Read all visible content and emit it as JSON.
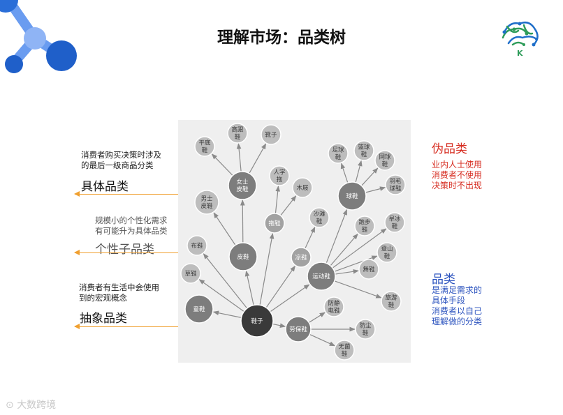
{
  "title": "理解市场：品类树",
  "annotations": {
    "specific": {
      "note": [
        "消费者购买决策时涉及",
        "的最后一级商品分类"
      ],
      "label": "具体品类"
    },
    "personal": {
      "note": [
        "规模小的个性化需求",
        "有可能升为具体品类"
      ],
      "label": "个性子品类"
    },
    "abstract": {
      "note": [
        "消费者有生活中会使用",
        "到的宏观概念"
      ],
      "label": "抽象品类"
    }
  },
  "pseudo": {
    "title": "伪品类",
    "lines": [
      "业内人士使用",
      "消费者不使用",
      "决策时不出现"
    ]
  },
  "category": {
    "title": "品类",
    "lines": [
      "是满足需求的",
      "具体手段",
      "消费者以自己",
      "理解做的分类"
    ]
  },
  "watermark": "大数跨境",
  "tree": {
    "nodes": [
      {
        "id": "xiezi",
        "label": [
          "鞋子"
        ],
        "tone": "black"
      },
      {
        "id": "pixie",
        "label": [
          "皮鞋"
        ],
        "tone": "dark"
      },
      {
        "id": "tuoxie",
        "label": [
          "拖鞋"
        ],
        "tone": "mid"
      },
      {
        "id": "liangxie",
        "label": [
          "凉鞋"
        ],
        "tone": "mid"
      },
      {
        "id": "yundongxie",
        "label": [
          "运动鞋"
        ],
        "tone": "dark"
      },
      {
        "id": "laobaoxie",
        "label": [
          "劳保鞋"
        ],
        "tone": "dark"
      },
      {
        "id": "tongxie",
        "label": [
          "童鞋"
        ],
        "tone": "dark"
      },
      {
        "id": "caoxie",
        "label": [
          "草鞋"
        ],
        "tone": "light"
      },
      {
        "id": "buxie",
        "label": [
          "布鞋"
        ],
        "tone": "light"
      },
      {
        "id": "nvshi",
        "label": [
          "女士",
          "皮鞋"
        ],
        "tone": "dark"
      },
      {
        "id": "nanshi",
        "label": [
          "男士",
          "皮鞋"
        ],
        "tone": "light"
      },
      {
        "id": "pingdi",
        "label": [
          "平底",
          "鞋"
        ],
        "tone": "light"
      },
      {
        "id": "gaogen",
        "label": [
          "高跟",
          "鞋"
        ],
        "tone": "light"
      },
      {
        "id": "xuezi",
        "label": [
          "靴子"
        ],
        "tone": "light"
      },
      {
        "id": "renzi",
        "label": [
          "人字",
          "拖"
        ],
        "tone": "light"
      },
      {
        "id": "muji",
        "label": [
          "木屐"
        ],
        "tone": "light"
      },
      {
        "id": "shatan",
        "label": [
          "沙滩",
          "鞋"
        ],
        "tone": "light"
      },
      {
        "id": "qiuxie",
        "label": [
          "球鞋"
        ],
        "tone": "dark"
      },
      {
        "id": "zuqiu",
        "label": [
          "足球",
          "鞋"
        ],
        "tone": "light"
      },
      {
        "id": "lanqiu",
        "label": [
          "篮球",
          "鞋"
        ],
        "tone": "light"
      },
      {
        "id": "wangqiu",
        "label": [
          "网球",
          "鞋"
        ],
        "tone": "light"
      },
      {
        "id": "yumao",
        "label": [
          "羽毛",
          "球鞋"
        ],
        "tone": "light"
      },
      {
        "id": "paobu",
        "label": [
          "跑步",
          "鞋"
        ],
        "tone": "light"
      },
      {
        "id": "liubing",
        "label": [
          "旱冰",
          "鞋"
        ],
        "tone": "light"
      },
      {
        "id": "dengshan",
        "label": [
          "登山",
          "鞋"
        ],
        "tone": "light"
      },
      {
        "id": "wuxie",
        "label": [
          "舞鞋"
        ],
        "tone": "light"
      },
      {
        "id": "lvyou",
        "label": [
          "旅游",
          "鞋"
        ],
        "tone": "light"
      },
      {
        "id": "fangjing",
        "label": [
          "防静",
          "电鞋"
        ],
        "tone": "light"
      },
      {
        "id": "fangchen",
        "label": [
          "防尘",
          "鞋"
        ],
        "tone": "light"
      },
      {
        "id": "wujun",
        "label": [
          "无菌",
          "鞋"
        ],
        "tone": "light"
      }
    ],
    "edges": [
      [
        "xiezi",
        "pixie"
      ],
      [
        "xiezi",
        "tuoxie"
      ],
      [
        "xiezi",
        "liangxie"
      ],
      [
        "xiezi",
        "yundongxie"
      ],
      [
        "xiezi",
        "laobaoxie"
      ],
      [
        "xiezi",
        "tongxie"
      ],
      [
        "xiezi",
        "caoxie"
      ],
      [
        "xiezi",
        "buxie"
      ],
      [
        "pixie",
        "nvshi"
      ],
      [
        "pixie",
        "nanshi"
      ],
      [
        "nvshi",
        "pingdi"
      ],
      [
        "nvshi",
        "gaogen"
      ],
      [
        "nvshi",
        "xuezi"
      ],
      [
        "tuoxie",
        "renzi"
      ],
      [
        "tuoxie",
        "muji"
      ],
      [
        "liangxie",
        "shatan"
      ],
      [
        "yundongxie",
        "qiuxie"
      ],
      [
        "yundongxie",
        "paobu"
      ],
      [
        "yundongxie",
        "liubing"
      ],
      [
        "yundongxie",
        "dengshan"
      ],
      [
        "yundongxie",
        "wuxie"
      ],
      [
        "yundongxie",
        "lvyou"
      ],
      [
        "qiuxie",
        "zuqiu"
      ],
      [
        "qiuxie",
        "lanqiu"
      ],
      [
        "qiuxie",
        "wangqiu"
      ],
      [
        "qiuxie",
        "yumao"
      ],
      [
        "laobaoxie",
        "fangjing"
      ],
      [
        "laobaoxie",
        "fangchen"
      ],
      [
        "laobaoxie",
        "wujun"
      ]
    ]
  }
}
